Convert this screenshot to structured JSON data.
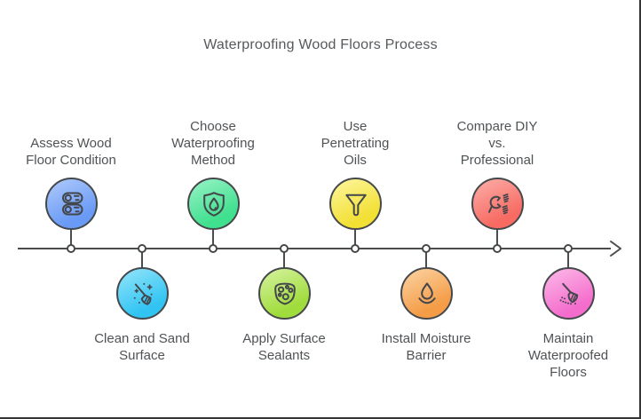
{
  "title": "Waterproofing Wood Floors Process",
  "timeline": {
    "direction": "left-to-right",
    "arrow": "right",
    "line_color": "#4a4d50"
  },
  "colors": {
    "background": "#ffffff",
    "outline_stroke": "#46494c",
    "icon_stroke": "#43464a",
    "label_text": "#4f5356",
    "title_text": "#56595c",
    "edge_border": "#353535"
  },
  "nodes": [
    {
      "id": "assess-wood-floor-condition",
      "label": "Assess Wood\nFloor Condition",
      "side": "above",
      "icon": "wood-logs-icon",
      "color": "#699af6",
      "color_light": "#aac7fa"
    },
    {
      "id": "clean-and-sand-surface",
      "label": "Clean and Sand\nSurface",
      "side": "below",
      "icon": "broom-sparkles-icon",
      "color": "#31c4f3",
      "color_light": "#8ee3f9"
    },
    {
      "id": "choose-waterproofing-method",
      "label": "Choose\nWaterproofing\nMethod",
      "side": "above",
      "icon": "shield-droplet-icon",
      "color": "#3fe08e",
      "color_light": "#93f1c3"
    },
    {
      "id": "apply-surface-sealants",
      "label": "Apply Surface\nSealants",
      "side": "below",
      "icon": "sponge-icon",
      "color": "#a0dc3c",
      "color_light": "#d3f19a"
    },
    {
      "id": "use-penetrating-oils",
      "label": "Use\nPenetrating\nOils",
      "side": "above",
      "icon": "funnel-icon",
      "color": "#f2e034",
      "color_light": "#fdf598"
    },
    {
      "id": "install-moisture-barrier",
      "label": "Install Moisture\nBarrier",
      "side": "below",
      "icon": "droplet-smile-icon",
      "color": "#f49c46",
      "color_light": "#fbd09e"
    },
    {
      "id": "compare-diy-vs-professional",
      "label": "Compare DIY\nvs.\nProfessional",
      "side": "above",
      "icon": "wrench-screws-icon",
      "color": "#f76b63",
      "color_light": "#fcaaa4"
    },
    {
      "id": "maintain-waterproofed-floors",
      "label": "Maintain\nWaterproofed\nFloors",
      "side": "below",
      "icon": "mop-dots-icon",
      "color": "#f46dcd",
      "color_light": "#fcb5e7"
    }
  ]
}
